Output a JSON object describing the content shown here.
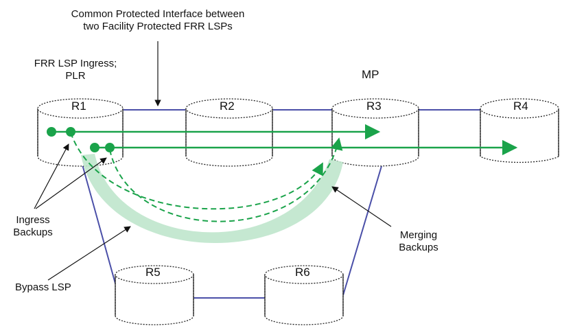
{
  "colors": {
    "link": "#4a4fa8",
    "lsp": "#1aa34a",
    "bypass_band": "#bfe6cc",
    "router_stroke": "#222222"
  },
  "routers": {
    "r1": "R1",
    "r2": "R2",
    "r3": "R3",
    "r4": "R4",
    "r5": "R5",
    "r6": "R6"
  },
  "labels": {
    "common_interface_line1": "Common Protected Interface between",
    "common_interface_line2": "two Facility Protected FRR LSPs",
    "ingress_line1": "FRR LSP Ingress;",
    "ingress_line2": "PLR",
    "mp": "MP",
    "ingress_backups_line1": "Ingress",
    "ingress_backups_line2": "Backups",
    "merging_backups_line1": "Merging",
    "merging_backups_line2": "Backups",
    "bypass_lsp": "Bypass LSP"
  }
}
